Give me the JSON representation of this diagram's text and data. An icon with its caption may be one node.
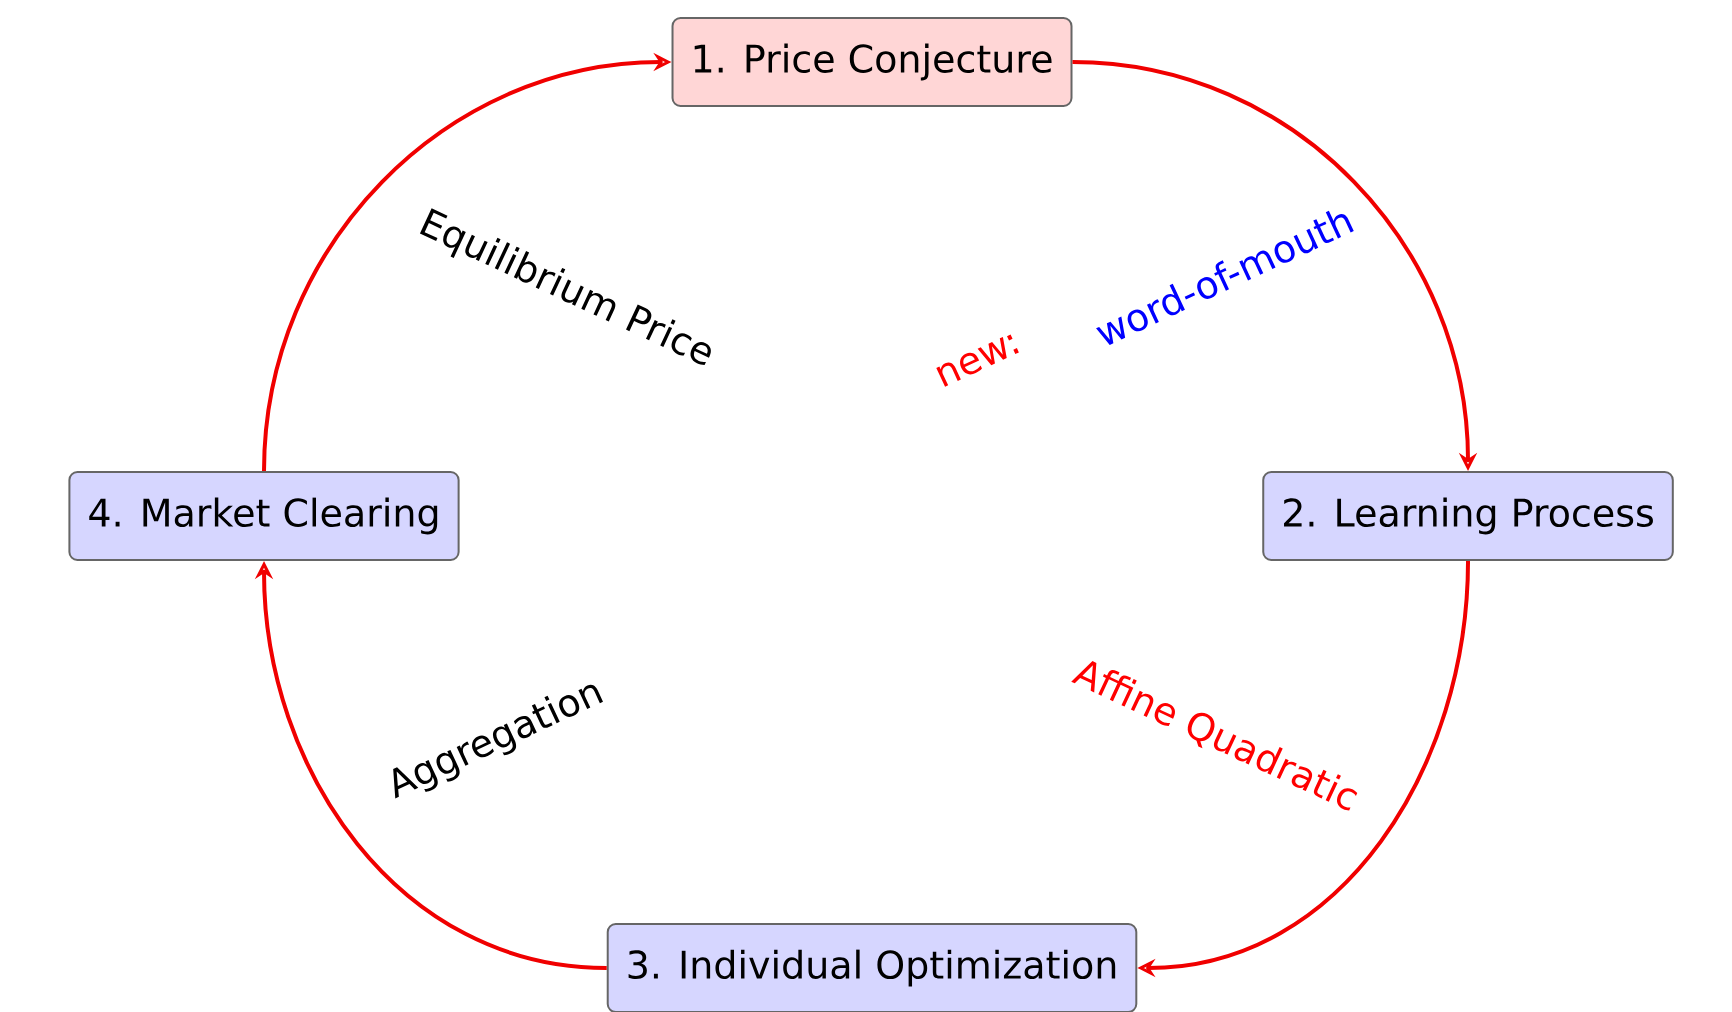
{
  "diagram": {
    "nodes": [
      {
        "text": [
          "1. Price Conjecture"
        ]
      },
      {
        "text": [
          "2. Learning Process"
        ]
      },
      {
        "text": [
          "3. Individual Optimization"
        ]
      },
      {
        "text": [
          "4. Market Clearing"
        ]
      }
    ],
    "edges": [
      {
        "from": 0,
        "to": 1,
        "arrow": "to",
        "label": "word-of-mouth"
      },
      {
        "from": 1,
        "to": 2,
        "arrow": "to",
        "label": "Affine Quadratic"
      },
      {
        "from": 2,
        "to": 3,
        "arrow": "to",
        "label": "Aggregation"
      },
      {
        "from": 3,
        "to": 0,
        "arrow": "to",
        "label": "Equilibrium Price"
      }
    ],
    "labels": [
      "new:"
    ]
  }
}
